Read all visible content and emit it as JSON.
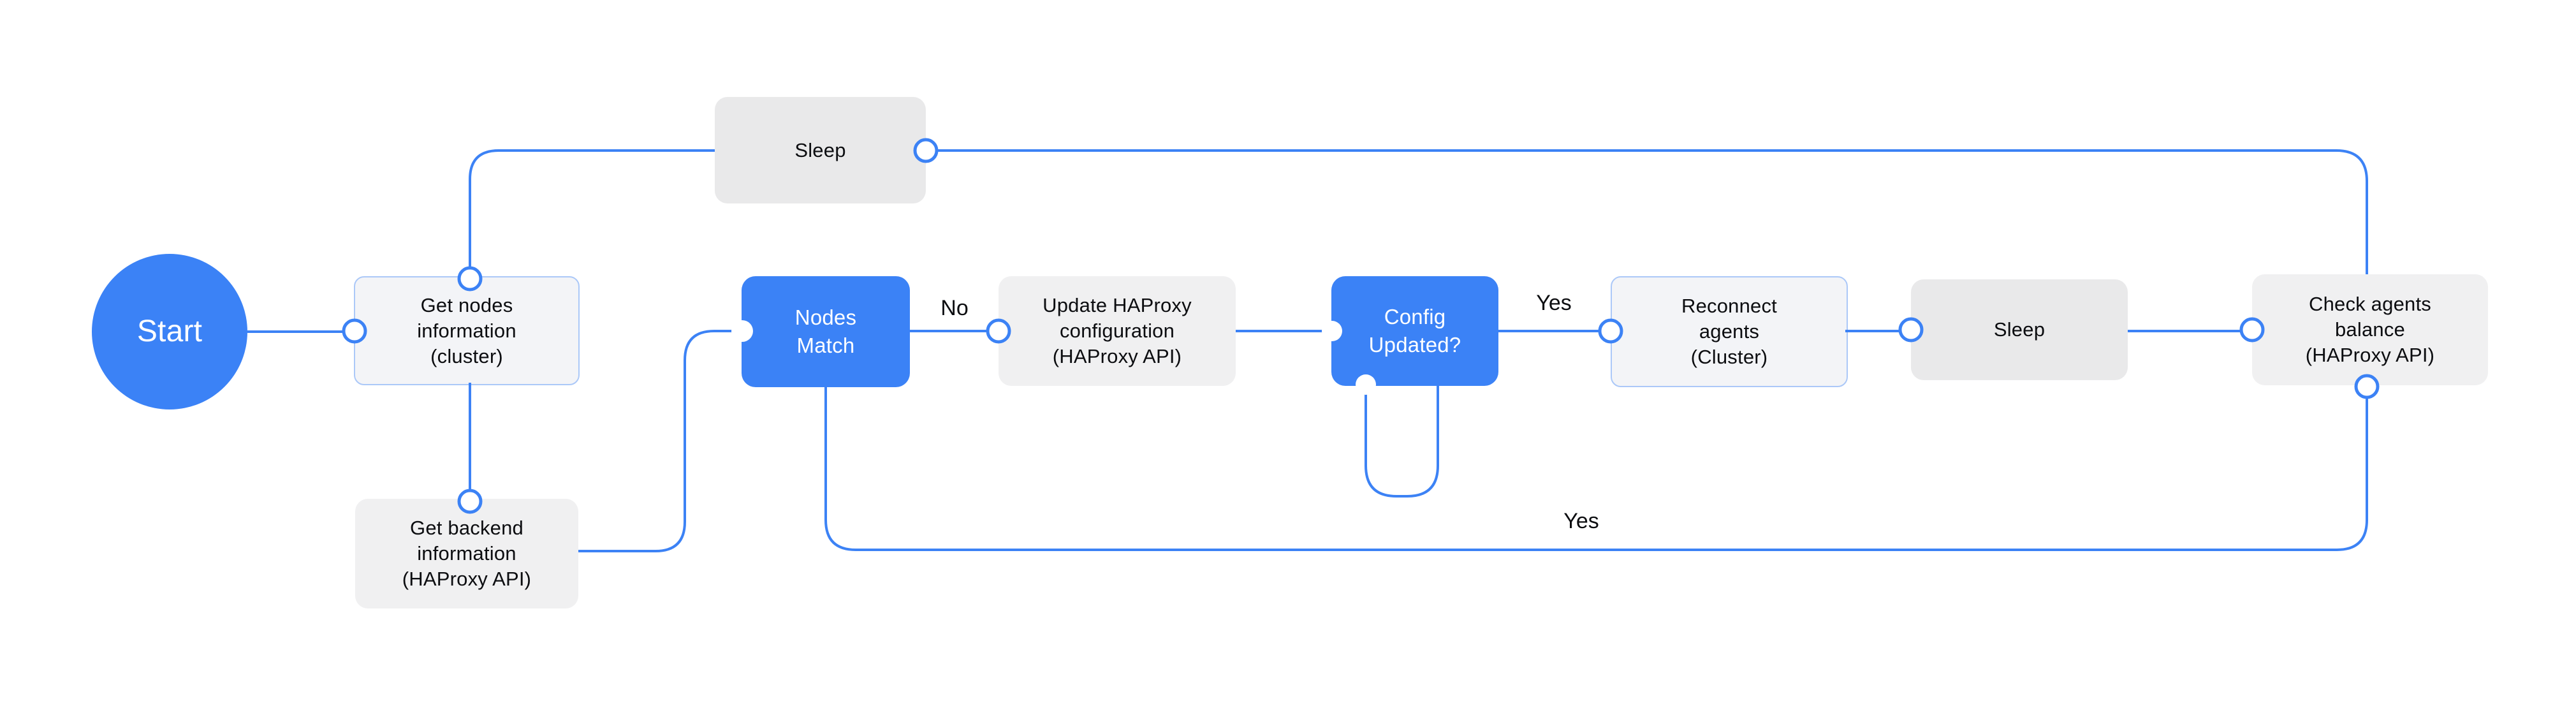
{
  "diagram": {
    "type": "flowchart",
    "colors": {
      "accent_blue": "#3b82f6",
      "line_blue": "#3c82f5",
      "node_gray": "#f0f0f1",
      "sleep_gray": "#e9e9ea",
      "outlined_fill": "#f3f4f7",
      "outlined_border": "#abc8f8",
      "text": "#0c0d10",
      "background": "#ffffff"
    },
    "nodes": {
      "start": {
        "label": "Start",
        "shape": "circle"
      },
      "get_nodes": {
        "label": "Get nodes\ninformation\n(cluster)",
        "shape": "rounded-rect-outlined"
      },
      "sleep_top": {
        "label": "Sleep",
        "shape": "rounded-rect"
      },
      "get_backend": {
        "label": "Get backend\ninformation\n(HAProxy API)",
        "shape": "rounded-rect"
      },
      "nodes_match": {
        "label": "Nodes\nMatch",
        "shape": "rounded-rect-blue"
      },
      "update_haproxy": {
        "label": "Update HAProxy\nconfiguration\n(HAProxy API)",
        "shape": "rounded-rect"
      },
      "config_updated": {
        "label": "Config\nUpdated?",
        "shape": "rounded-rect-blue"
      },
      "reconnect_agents": {
        "label": "Reconnect\nagents\n(Cluster)",
        "shape": "rounded-rect-outlined"
      },
      "sleep_right": {
        "label": "Sleep",
        "shape": "rounded-rect"
      },
      "check_balance": {
        "label": "Check agents\nbalance\n(HAProxy API)",
        "shape": "rounded-rect"
      }
    },
    "edges": [
      {
        "from": "start",
        "to": "get_nodes",
        "label": ""
      },
      {
        "from": "get_nodes",
        "to": "get_backend",
        "label": ""
      },
      {
        "from": "get_backend",
        "to": "nodes_match",
        "label": ""
      },
      {
        "from": "nodes_match",
        "to": "update_haproxy",
        "label": "No"
      },
      {
        "from": "update_haproxy",
        "to": "config_updated",
        "label": ""
      },
      {
        "from": "config_updated",
        "to": "reconnect_agents",
        "label": "Yes"
      },
      {
        "from": "config_updated",
        "to": "config_updated",
        "label": ""
      },
      {
        "from": "reconnect_agents",
        "to": "sleep_right",
        "label": ""
      },
      {
        "from": "sleep_right",
        "to": "check_balance",
        "label": ""
      },
      {
        "from": "nodes_match",
        "to": "check_balance",
        "label": "Yes"
      },
      {
        "from": "check_balance",
        "to": "sleep_top",
        "label": ""
      },
      {
        "from": "sleep_top",
        "to": "get_nodes",
        "label": ""
      }
    ]
  }
}
